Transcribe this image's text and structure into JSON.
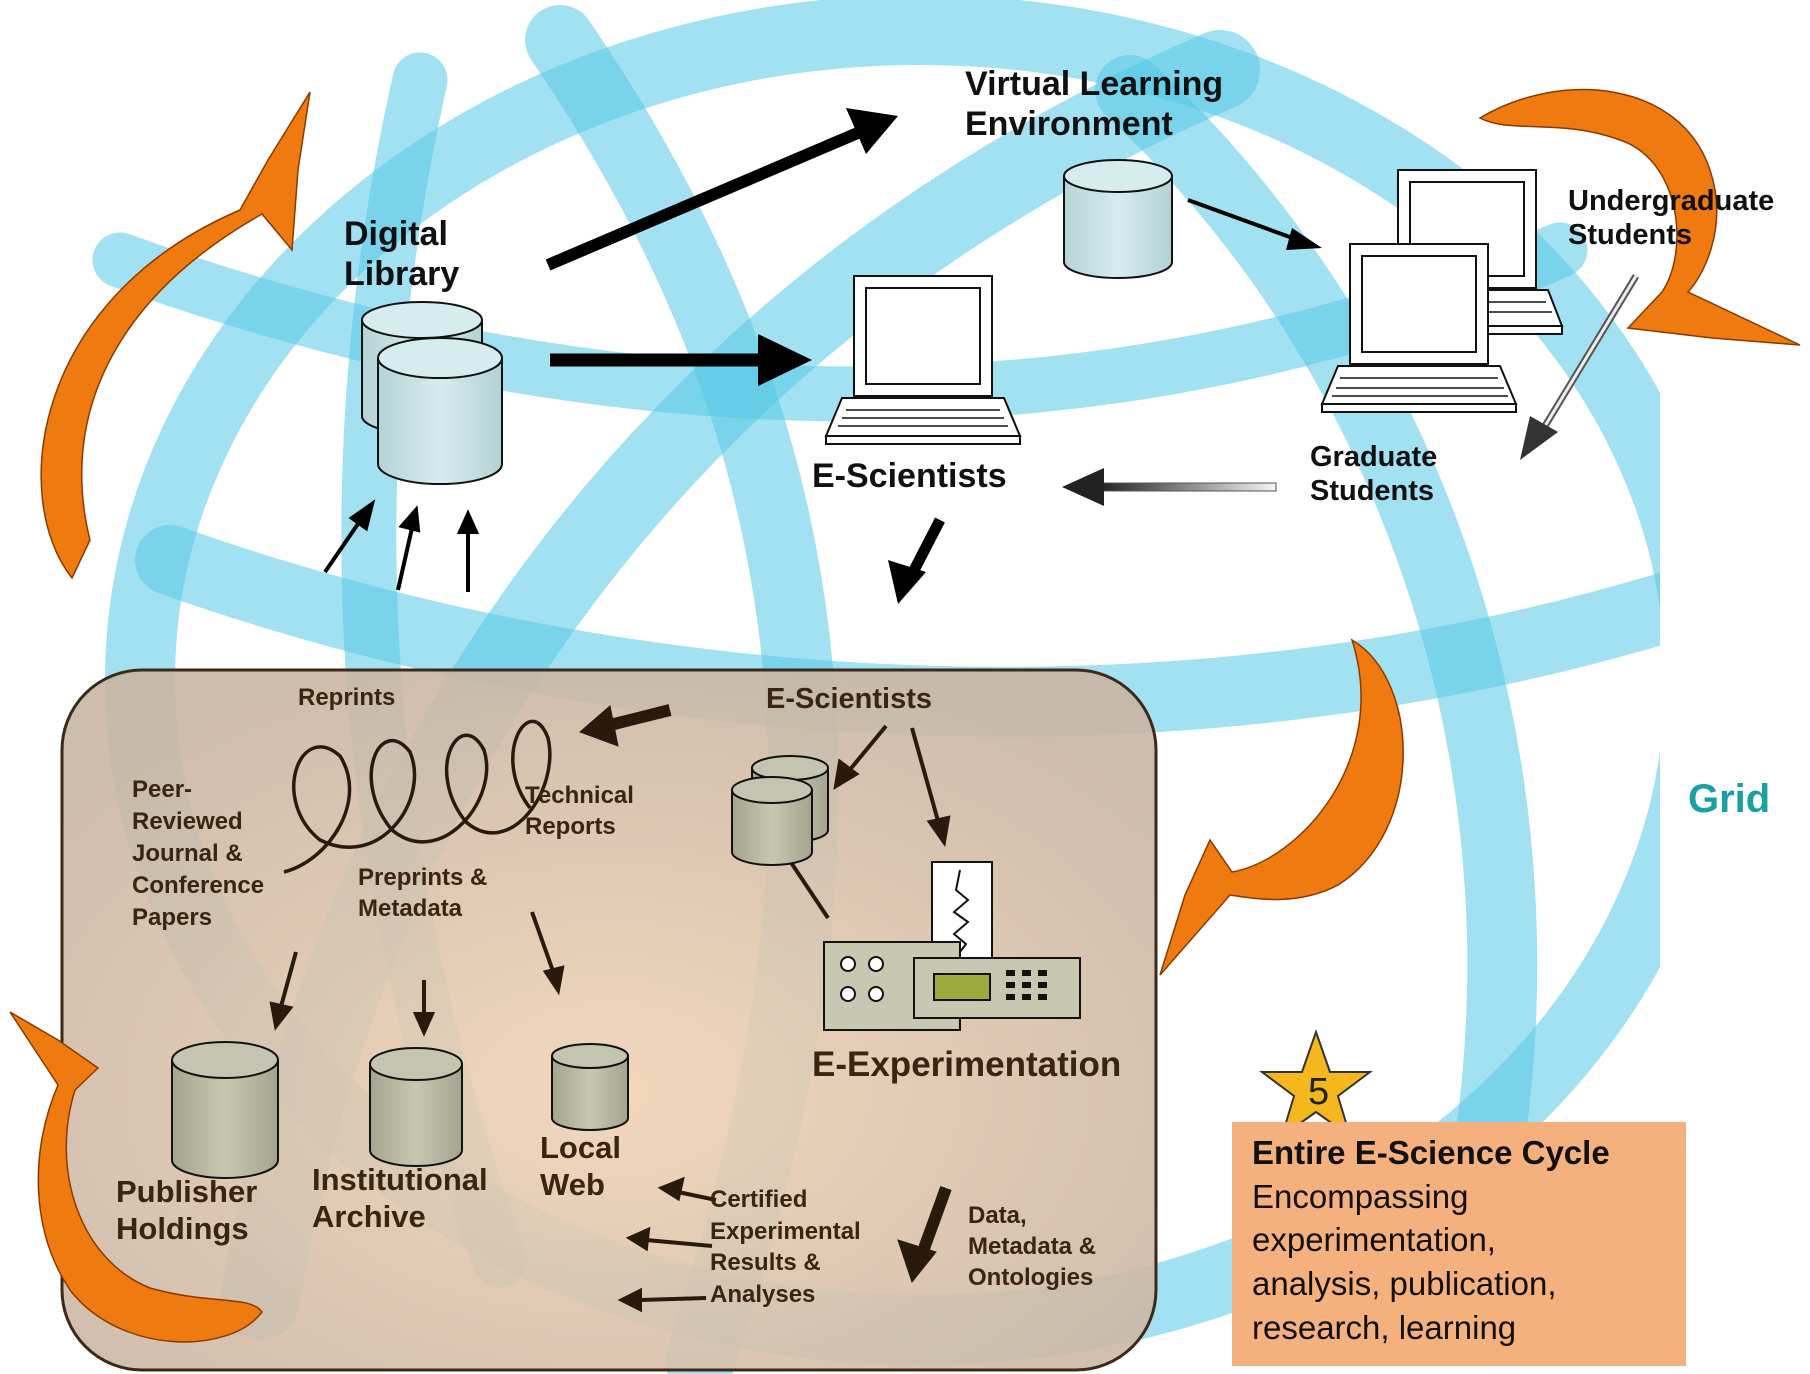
{
  "nodes": {
    "virtual_learning_environment": "Virtual Learning\nEnvironment",
    "digital_library": "Digital\nLibrary",
    "e_scientists_top": "E-Scientists",
    "undergraduate_students": "Undergraduate\nStudents",
    "graduate_students": "Graduate\nStudents",
    "grid": "Grid"
  },
  "panel": {
    "reprints": "Reprints",
    "e_scientists": "E-Scientists",
    "peer_reviewed": "Peer-\nReviewed\nJournal &\nConference\nPapers",
    "technical_reports": "Technical\nReports",
    "preprints_metadata": "Preprints &\nMetadata",
    "publisher_holdings": "Publisher\nHoldings",
    "institutional_archive": "Institutional\nArchive",
    "local_web": "Local\nWeb",
    "e_experimentation": "E-Experimentation",
    "certified_results": "Certified\nExperimental\nResults &\nAnalyses",
    "data_metadata": "Data,\nMetadata &\nOntologies"
  },
  "badge": {
    "number": "5"
  },
  "summary": {
    "title": "Entire E-Science Cycle",
    "body": "Encompassing\nexperimentation,\nanalysis, publication,\nresearch, learning"
  },
  "colors": {
    "globe": "#55c8e6",
    "panel_fill": "#d8c3ad",
    "panel_stroke": "#3b2a1a",
    "cycle_arrow": "#ee7a10",
    "summary_fill": "#f4b17e",
    "star": "#f5b81c",
    "grid_text": "#1a9fa5"
  }
}
